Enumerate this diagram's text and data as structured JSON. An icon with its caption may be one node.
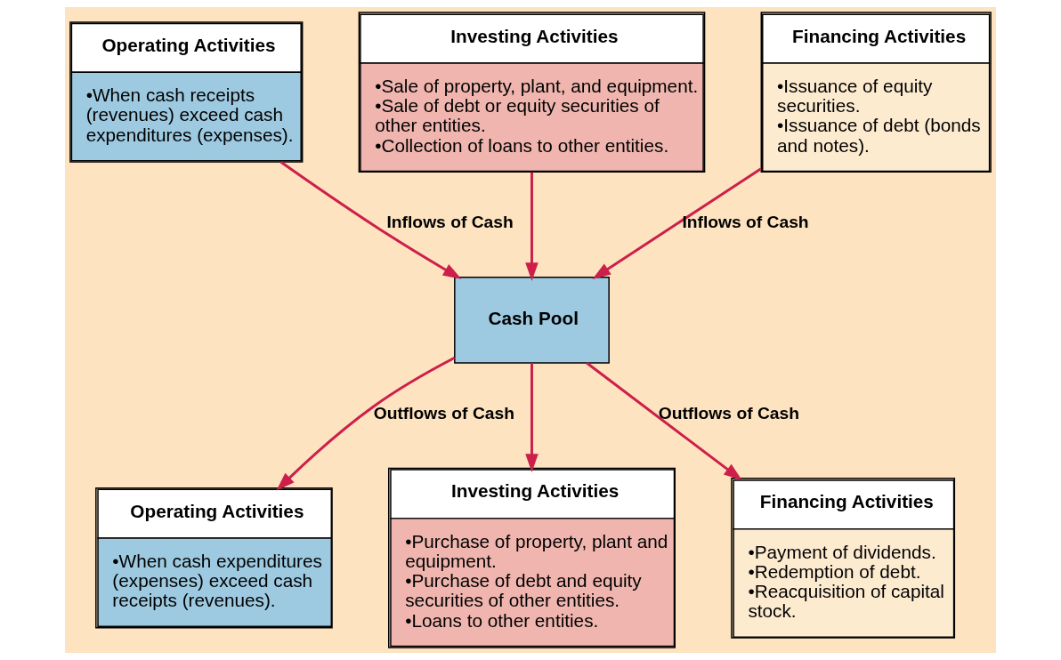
{
  "diagram": {
    "nodes": [
      {
        "text": [
          "Operating Activities",
          "•When cash receipts (revenues) exceed cash expenditures (expenses)."
        ]
      },
      {
        "text": [
          "Investing Activities",
          "•Sale of property, plant, and equipment.",
          "•Sale of debt or equity securities of other entities.",
          "•Collection of loans to other entities."
        ]
      },
      {
        "text": [
          "Financing Activities",
          "•Issuance of equity securities.",
          "•Issuance of debt (bonds and notes)."
        ]
      },
      {
        "text": [
          "Cash Pool"
        ]
      },
      {
        "text": [
          "Operating Activities",
          "•When cash expenditures (expenses) exceed cash receipts (revenues)."
        ]
      },
      {
        "text": [
          "Investing Activities",
          "•Purchase of property, plant and equipment.",
          "•Purchase of debt and equity securities of other entities.",
          "•Loans to other entities."
        ]
      },
      {
        "text": [
          "Financing Activities",
          "•Payment of dividends.",
          "•Redemption of debt.",
          "•Reacquisition of capital stock."
        ]
      }
    ],
    "edges": [
      {
        "from": 0,
        "to": 3,
        "arrow": "to",
        "label": "Inflows of Cash"
      },
      {
        "from": 1,
        "to": 3,
        "arrow": "to"
      },
      {
        "from": 2,
        "to": 3,
        "arrow": "to",
        "label": "Inflows of Cash"
      },
      {
        "from": 3,
        "to": 4,
        "arrow": "to",
        "label": "Outflows of Cash"
      },
      {
        "from": 3,
        "to": 5,
        "arrow": "to"
      },
      {
        "from": 3,
        "to": 6,
        "arrow": "to",
        "label": "Outflows of Cash"
      }
    ]
  }
}
